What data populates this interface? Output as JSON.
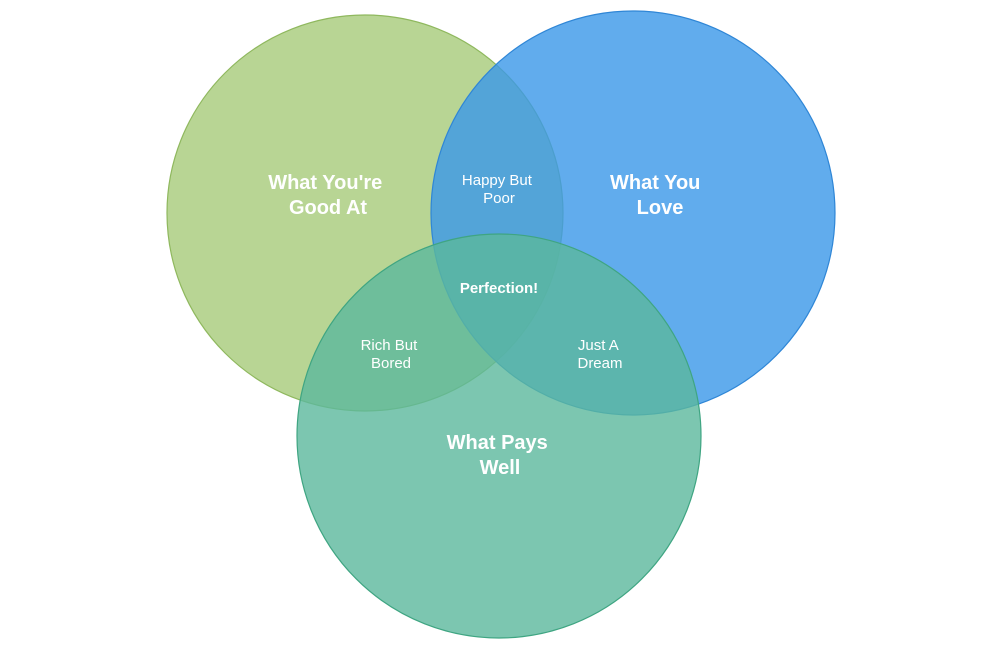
{
  "diagram": {
    "type": "venn",
    "sets": [
      {
        "key": "good",
        "label_lines": [
          "What You're",
          "Good At"
        ],
        "fill": "#a8cc7c",
        "stroke": "#8fb85e"
      },
      {
        "key": "love",
        "label_lines": [
          "What You",
          "Love"
        ],
        "fill": "#3a97e8",
        "stroke": "#2f86d6"
      },
      {
        "key": "pays",
        "label_lines": [
          "What Pays",
          "Well"
        ],
        "fill": "#5bb89c",
        "stroke": "#3fa582"
      }
    ],
    "intersections": [
      {
        "sets": [
          "good",
          "love"
        ],
        "label_lines": [
          "Happy But",
          "Poor"
        ]
      },
      {
        "sets": [
          "good",
          "pays"
        ],
        "label_lines": [
          "Rich But",
          "Bored"
        ]
      },
      {
        "sets": [
          "love",
          "pays"
        ],
        "label_lines": [
          "Just A",
          "Dream"
        ]
      },
      {
        "sets": [
          "good",
          "love",
          "pays"
        ],
        "label_lines": [
          "Perfection!"
        ]
      }
    ]
  }
}
